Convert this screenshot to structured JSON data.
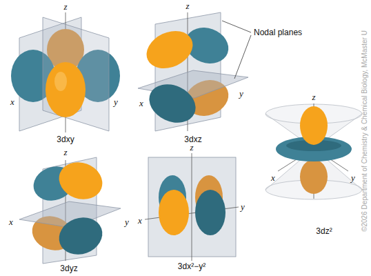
{
  "diagram": {
    "labels": [
      "z",
      "x",
      "y",
      "3dxy",
      "z",
      "x",
      "y",
      "3dxz",
      "Nodal planes",
      "z",
      "x",
      "y",
      "3dz²",
      "z",
      "x",
      "y",
      "3dyz",
      "z",
      "x",
      "y",
      "3dx²−y²",
      "©2026 Department of Chemistry & Chemical Biology, McMaster U"
    ]
  }
}
